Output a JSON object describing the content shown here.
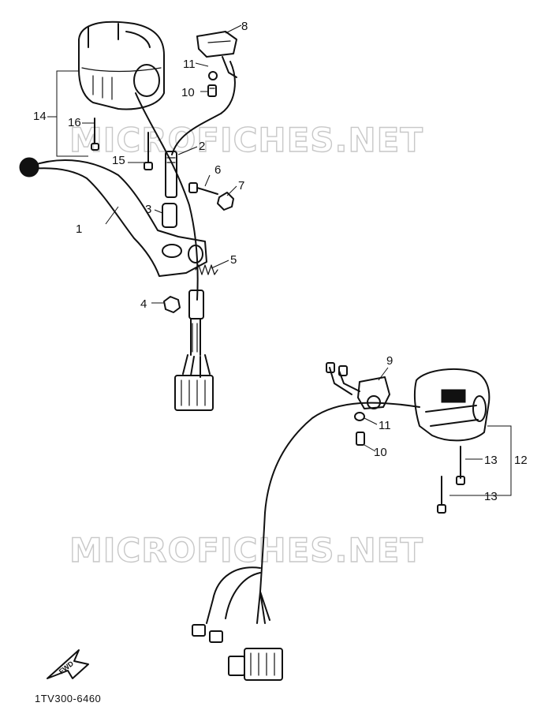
{
  "diagram": {
    "watermark_top": "MICROFICHES.NET",
    "watermark_bottom": "MICROFICHES.NET",
    "catalog_code": "1TV300-6460",
    "fwd_label": "FWD",
    "callouts": {
      "n1": "1",
      "n2": "2",
      "n3": "3",
      "n4": "4",
      "n5": "5",
      "n6": "6",
      "n7": "7",
      "n8": "8",
      "n9": "9",
      "n10a": "10",
      "n10b": "10",
      "n11a": "11",
      "n11b": "11",
      "n12": "12",
      "n13a": "13",
      "n13b": "13",
      "n14": "14",
      "n15": "15",
      "n16": "16"
    }
  }
}
